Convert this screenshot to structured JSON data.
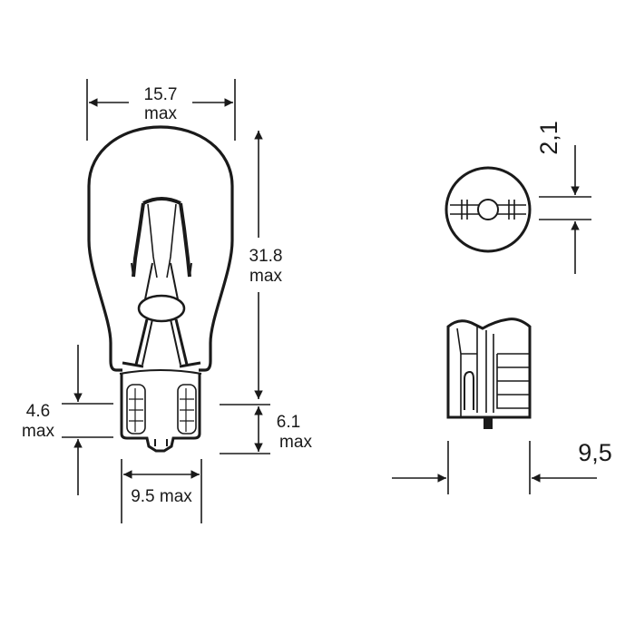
{
  "diagram": {
    "bulb_side_view": {
      "width_label": {
        "value": "15.7",
        "unit": "max"
      },
      "height_label": {
        "value": "31.8",
        "unit": "max"
      },
      "base_thickness_label": {
        "value": "4.6",
        "unit": "max"
      },
      "base_height_label": {
        "value": "6.1",
        "unit": "max"
      },
      "base_width_label": "9.5 max"
    },
    "base_end_view": {
      "gap_label": "2,1",
      "width_label": "9,5"
    },
    "colors": {
      "line": "#1a1a1a",
      "background": "#ffffff"
    }
  }
}
